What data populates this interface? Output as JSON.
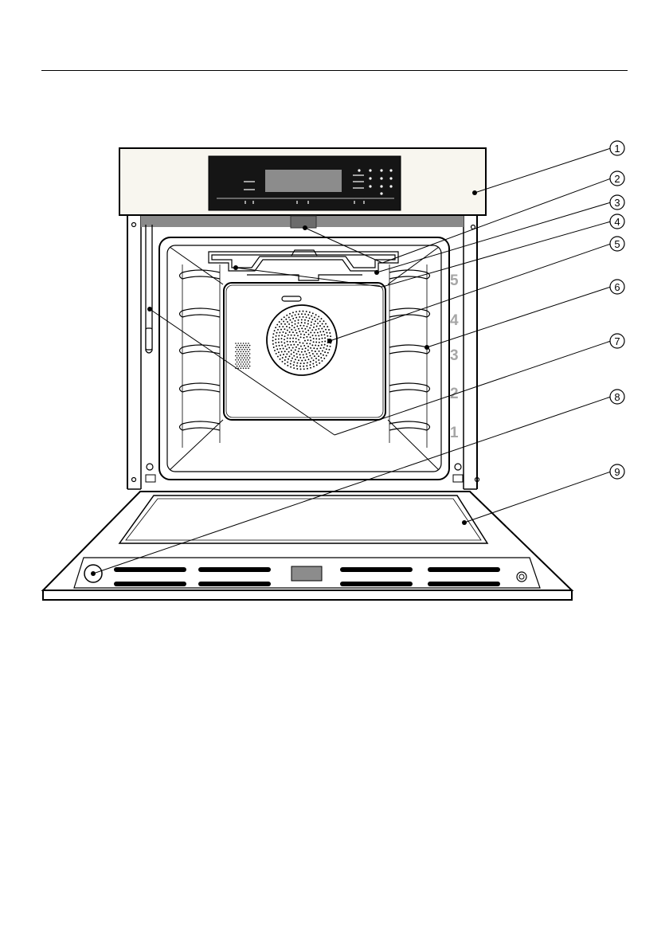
{
  "callouts": [
    "1",
    "2",
    "3",
    "4",
    "5",
    "6",
    "7",
    "8",
    "9"
  ],
  "shelf_levels": [
    "5",
    "4",
    "3",
    "2",
    "1"
  ]
}
